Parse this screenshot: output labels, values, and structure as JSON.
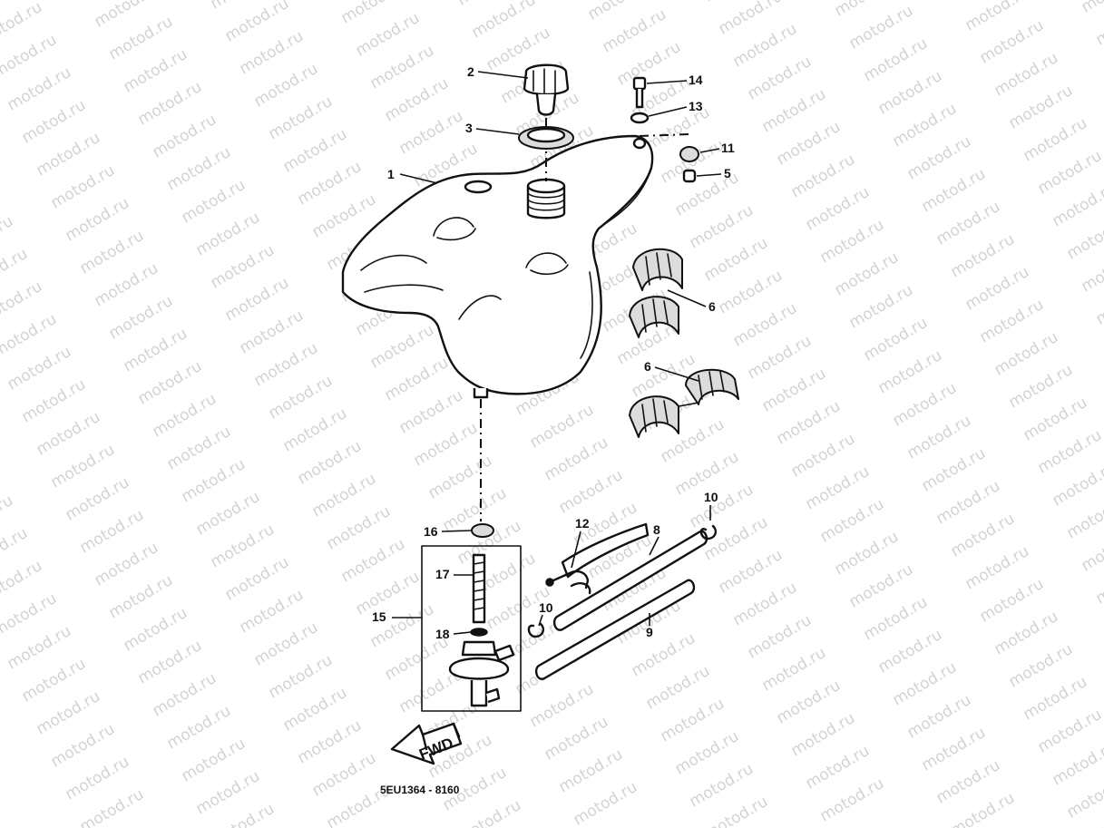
{
  "watermark": {
    "text": "motod.ru",
    "color": "#d3d3d3"
  },
  "parts": [
    {
      "num": "1"
    },
    {
      "num": "2"
    },
    {
      "num": "3"
    },
    {
      "num": "5"
    },
    {
      "num": "6"
    },
    {
      "num": "6"
    },
    {
      "num": "8"
    },
    {
      "num": "9"
    },
    {
      "num": "10"
    },
    {
      "num": "10"
    },
    {
      "num": "11"
    },
    {
      "num": "12"
    },
    {
      "num": "13"
    },
    {
      "num": "14"
    },
    {
      "num": "15"
    },
    {
      "num": "16"
    },
    {
      "num": "17"
    },
    {
      "num": "18"
    }
  ],
  "direction_arrow": {
    "label": "FWD"
  },
  "drawing_code": "5EU1364 - 8160"
}
